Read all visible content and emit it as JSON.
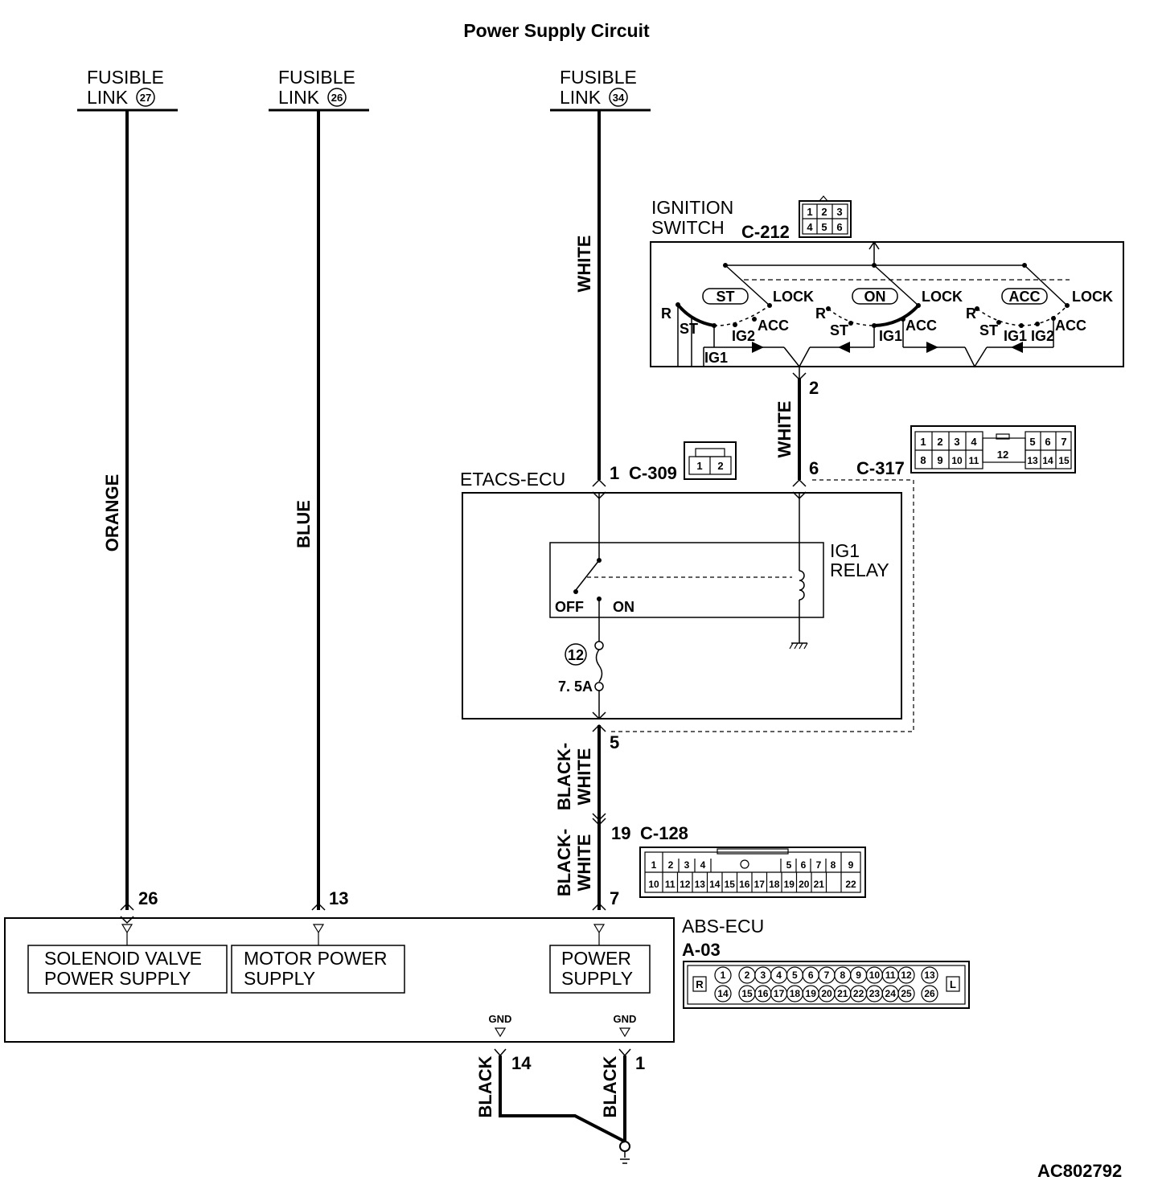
{
  "title": "Power Supply Circuit",
  "figure_id": "AC802792",
  "fusible_links": [
    {
      "line1": "FUSIBLE",
      "line2": "LINK",
      "num": "27",
      "wire": "ORANGE",
      "pin": "26"
    },
    {
      "line1": "FUSIBLE",
      "line2": "LINK",
      "num": "26",
      "wire": "BLUE",
      "pin": "13"
    },
    {
      "line1": "FUSIBLE",
      "line2": "LINK",
      "num": "34",
      "wire": "WHITE",
      "pin": "1",
      "connector": "C-309"
    }
  ],
  "ignition_switch": {
    "label1": "IGNITION",
    "label2": "SWITCH",
    "connector": "C-212",
    "connector_pins": [
      "1",
      "2",
      "3",
      "4",
      "5",
      "6"
    ],
    "output_pin": "2",
    "output_wire": "WHITE",
    "positions": {
      "st": "ST",
      "on": "ON",
      "acc": "ACC",
      "lock": "LOCK",
      "r": "R",
      "ig1": "IG1",
      "ig2": "IG2"
    }
  },
  "etacs": {
    "label": "ETACS-ECU",
    "c309_pins": [
      "1",
      "2"
    ],
    "c317_pin": "6",
    "c317_connector": "C-317",
    "c317_pins_top": [
      "1",
      "2",
      "3",
      "4",
      "12",
      "5",
      "6",
      "7"
    ],
    "c317_pins_bottom": [
      "8",
      "9",
      "10",
      "11",
      "13",
      "14",
      "15"
    ],
    "relay_label1": "IG1",
    "relay_label2": "RELAY",
    "off": "OFF",
    "on": "ON",
    "fuse_num": "12",
    "fuse_rating": "7. 5A",
    "out_pin": "5"
  },
  "black_white_1": "BLACK-",
  "black_white_2": "WHITE",
  "c128": {
    "pin": "19",
    "connector": "C-128",
    "top": [
      "1",
      "2",
      "3",
      "4",
      "",
      "5",
      "6",
      "7",
      "8",
      "9"
    ],
    "bottom": [
      "10",
      "11",
      "12",
      "13",
      "14",
      "15",
      "16",
      "17",
      "18",
      "19",
      "20",
      "21",
      "22"
    ]
  },
  "abs": {
    "label": "ABS-ECU",
    "connector": "A-03",
    "power_pin": "7",
    "solenoid1": "SOLENOID VALVE",
    "solenoid2": "POWER SUPPLY",
    "motor1": "MOTOR POWER",
    "motor2": "SUPPLY",
    "power1": "POWER",
    "power2": "SUPPLY",
    "gnd": "GND",
    "gnd_pin_a": "14",
    "gnd_pin_b": "1",
    "gnd_wire": "BLACK",
    "a03_r": "R",
    "a03_l": "L",
    "a03_top": [
      "1",
      "2",
      "3",
      "4",
      "5",
      "6",
      "7",
      "8",
      "9",
      "10",
      "11",
      "12",
      "13"
    ],
    "a03_bottom": [
      "14",
      "15",
      "16",
      "17",
      "18",
      "19",
      "20",
      "21",
      "22",
      "23",
      "24",
      "25",
      "26"
    ]
  }
}
